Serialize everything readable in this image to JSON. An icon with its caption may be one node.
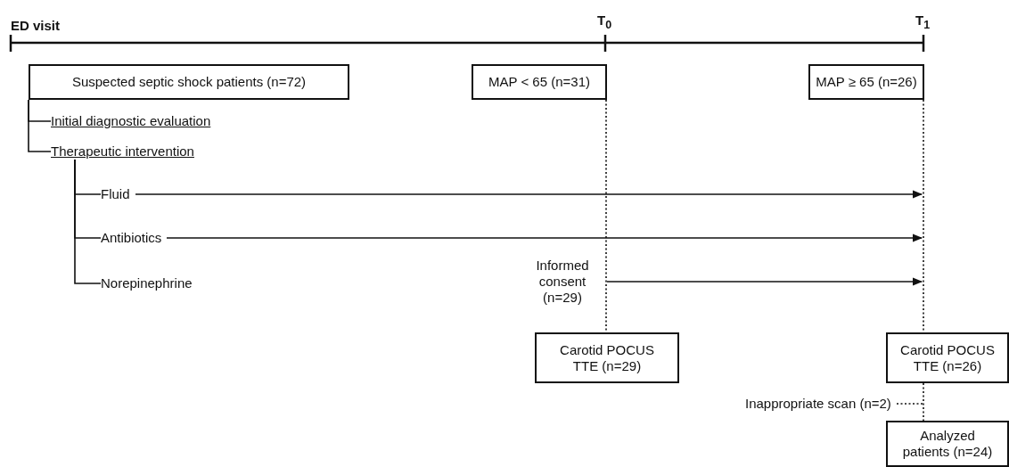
{
  "diagram": {
    "nodes": [
      {
        "text": [
          "Suspected septic shock patients (n=72)"
        ]
      },
      {
        "text": [
          "Initial diagnostic evaluation"
        ]
      },
      {
        "text": [
          "Therapeutic intervention"
        ]
      },
      {
        "text": [
          "Fluid"
        ]
      },
      {
        "text": [
          "Antibiotics"
        ]
      },
      {
        "text": [
          "Norepinephrine"
        ]
      },
      {
        "text": [
          "MAP < 65 (n=31)"
        ]
      },
      {
        "text": [
          "MAP ≥ 65 (n=26)"
        ]
      },
      {
        "text": [
          "Informed consent (n=29)"
        ]
      },
      {
        "text": [
          "Carotid POCUS TTE (n=29)"
        ]
      },
      {
        "text": [
          "Carotid POCUS TTE (n=26)"
        ]
      },
      {
        "text": [
          "Inappropriate scan (n=2)"
        ]
      },
      {
        "text": [
          "Analyzed patients (n=24)"
        ]
      }
    ],
    "edges": [
      {
        "from": 0,
        "to": 1,
        "arrow": "none"
      },
      {
        "from": 0,
        "to": 2,
        "arrow": "none"
      },
      {
        "from": 2,
        "to": 3,
        "arrow": "none"
      },
      {
        "from": 2,
        "to": 4,
        "arrow": "none"
      },
      {
        "from": 2,
        "to": 5,
        "arrow": "none"
      },
      {
        "from": 3,
        "to": null,
        "arrow": "to"
      },
      {
        "from": 4,
        "to": null,
        "arrow": "to"
      },
      {
        "from": 8,
        "to": null,
        "arrow": "to"
      },
      {
        "from": 6,
        "to": 9,
        "arrow": "none",
        "style": "dashed"
      },
      {
        "from": 7,
        "to": 10,
        "arrow": "none",
        "style": "dashed"
      },
      {
        "from": 10,
        "to": 12,
        "arrow": "none",
        "style": "dashed"
      },
      {
        "from": 11,
        "to": null,
        "arrow": "none",
        "style": "dashed"
      }
    ],
    "labels": [
      "ED visit",
      "T$_{0}$",
      "T$_{1}$"
    ]
  }
}
